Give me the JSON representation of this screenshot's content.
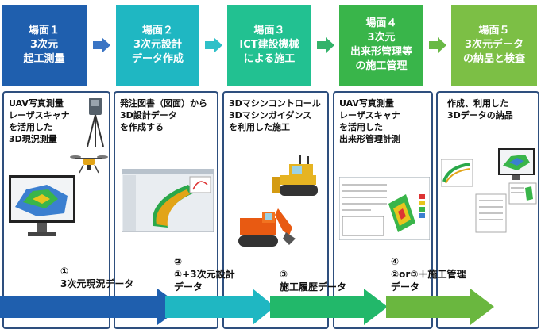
{
  "stages": [
    {
      "lines": [
        "場面１",
        "3次元",
        "起工測量"
      ],
      "color": "#1f5fae"
    },
    {
      "lines": [
        "場面２",
        "3次元設計",
        "データ作成"
      ],
      "color": "#1fb7c2"
    },
    {
      "lines": [
        "場面３",
        "ICT建設機械",
        "による施工"
      ],
      "color": "#22c191"
    },
    {
      "lines": [
        "場面４",
        "3次元",
        "出来形管理等",
        "の施工管理"
      ],
      "color": "#39b54a"
    },
    {
      "lines": [
        "場面５",
        "3次元データ",
        "の納品と検査"
      ],
      "color": "#7cbf45"
    }
  ],
  "panels": [
    {
      "lines": [
        "UAV写真測量",
        "レーザスキャナ",
        "を活用した",
        "3D現況測量"
      ]
    },
    {
      "lines": [
        "発注図書（図面）から",
        "3D設計データ",
        "を作成する"
      ]
    },
    {
      "lines": [
        "3Dマシンコントロール",
        "3Dマシンガイダンス",
        "を利用した施工"
      ]
    },
    {
      "lines": [
        "UAV写真測量",
        "レーザスキャナ",
        "を活用した",
        "出来形管理計測"
      ]
    },
    {
      "lines": [
        "作成、利用した",
        "3Dデータの納品"
      ]
    }
  ],
  "flows": [
    {
      "num": "①",
      "lines": [
        "3次元現況データ"
      ],
      "color": "#1f5fae"
    },
    {
      "num": "②",
      "lines": [
        "①+3次元設計",
        "データ"
      ],
      "color": "#1fb7c2"
    },
    {
      "num": "③",
      "lines": [
        "施工履歴データ"
      ],
      "color": "#22b86a"
    },
    {
      "num": "④",
      "lines": [
        "②or③＋施工管理",
        "データ"
      ],
      "color": "#6ab73f"
    }
  ]
}
